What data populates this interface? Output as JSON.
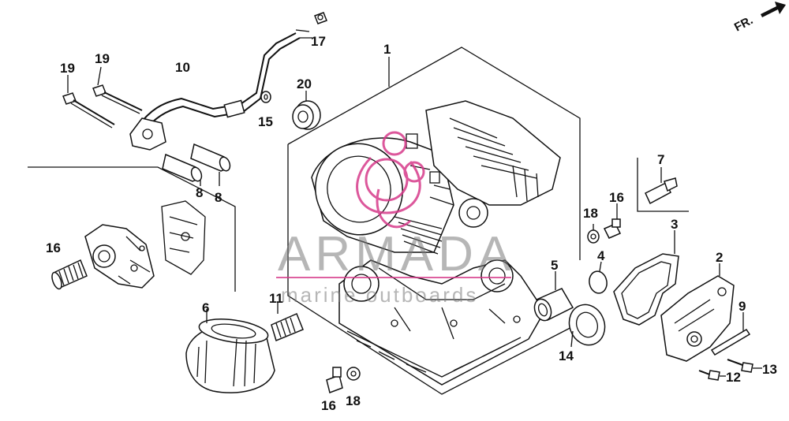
{
  "diagram": {
    "orientation_label": "FR.",
    "watermark": {
      "brand": "ARMADA",
      "tagline": "marine outboards",
      "logo_color": "#d63a8a",
      "text_color": "#7a7a7a"
    },
    "callouts": {
      "c1": "1",
      "c2": "2",
      "c3": "3",
      "c4": "4",
      "c5": "5",
      "c6": "6",
      "c7": "7",
      "c8a": "8",
      "c8b": "8",
      "c9": "9",
      "c10": "10",
      "c11": "11",
      "c12": "12",
      "c13": "13",
      "c14": "14",
      "c15": "15",
      "c16a": "16",
      "c16b": "16",
      "c16c": "16",
      "c17": "17",
      "c18a": "18",
      "c18b": "18",
      "c19a": "19",
      "c19b": "19",
      "c20": "20"
    }
  }
}
